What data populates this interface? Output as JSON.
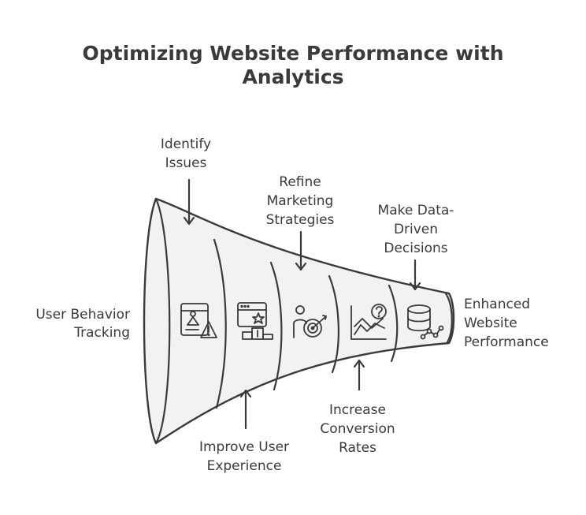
{
  "title": {
    "line1": "Optimizing Website Performance with",
    "line2": "Analytics"
  },
  "start_label": {
    "line1": "User Behavior",
    "line2": "Tracking"
  },
  "end_label": {
    "line1": "Enhanced",
    "line2": "Website",
    "line3": "Performance"
  },
  "stages": [
    {
      "line1": "Identify",
      "line2": "Issues",
      "icon": "warning-chart-icon",
      "position": "top"
    },
    {
      "line1": "Improve User",
      "line2": "Experience",
      "icon": "website-podium-icon",
      "position": "bottom"
    },
    {
      "line1": "Refine",
      "line2": "Marketing",
      "line3": "Strategies",
      "icon": "person-target-icon",
      "position": "top"
    },
    {
      "line1": "Increase",
      "line2": "Conversion",
      "line3": "Rates",
      "icon": "trend-question-icon",
      "position": "bottom"
    },
    {
      "line1": "Make Data-",
      "line2": "Driven",
      "line3": "Decisions",
      "icon": "database-network-icon",
      "position": "top"
    }
  ],
  "colors": {
    "fill": "#f2f2f2",
    "stroke": "#3a3a3a"
  }
}
